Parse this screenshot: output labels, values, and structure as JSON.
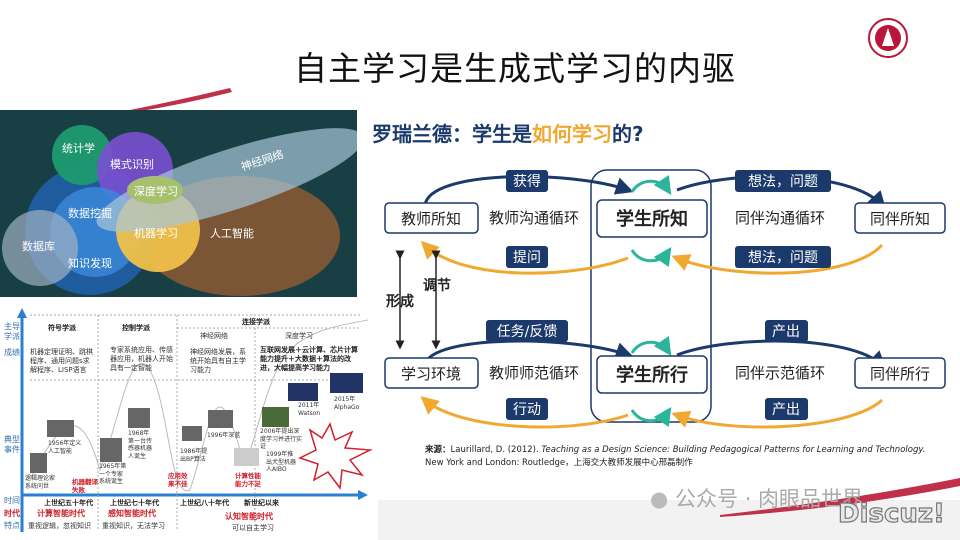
{
  "slide": {
    "title": "自主学习是生成式学习的内驱",
    "logo": "East China Normal University 华东师范大学"
  },
  "venn": {
    "labels": [
      "统计学",
      "模式识别",
      "神经网络",
      "深度学习",
      "数据挖掘",
      "机器学习",
      "人工智能",
      "数据库",
      "知识发现"
    ]
  },
  "timeline": {
    "axis_labels": {
      "school": "主导学派",
      "achieve": "成绩",
      "events": "典型事件",
      "time": "时间",
      "era": "时代",
      "feature": "特点"
    },
    "schools": [
      "符号学派",
      "控制学派",
      "连接学派",
      "神经网络",
      "深度学习"
    ],
    "achievements": [
      "机器定理证明、跳棋程序、通用问题s求解程序、LISP语言",
      "专家系统应用、传感器应用，机器人开始具有一定智能",
      "神经网络发展，系统开始具有自主学习能力",
      "互联网发展＋云计算、芯片计算能力提升＋大数据＋算法的改进，大幅提高学习能力"
    ],
    "events": [
      "逻辑理论家系统问世",
      "1956年定义人工智能",
      "机器翻译失败",
      "1965年第一个专家系统诞生",
      "1968年第一台传感器机器人诞生",
      "应用效果不佳",
      "1986年提出BP算法",
      "1996年深蓝",
      "计算性能能力不足",
      "2006年提出深度学习并进行实证",
      "1999年推出犬型机器人AIBO",
      "2011年Watson",
      "2015年AlphaGo"
    ],
    "periods": [
      "上世纪五十年代",
      "上世纪七十年代",
      "上世纪八十年代",
      "新世纪以来"
    ],
    "eras": [
      "计算智能时代",
      "感知智能时代",
      "认知智能时代"
    ],
    "features": [
      "重视逻辑，忽视知识",
      "重视知识，无法学习",
      "可以自主学习"
    ]
  },
  "diagram": {
    "title_a": "罗瑞兰德：学生是",
    "title_b": "如何学习",
    "title_c": "的?",
    "nodes": {
      "teacher_know": "教师所知",
      "student_know": "学生所知",
      "peer_know": "同伴所知",
      "env": "学习环境",
      "student_do": "学生所行",
      "peer_do": "同伴所行"
    },
    "loops": {
      "t_comm": "教师沟通循环",
      "p_comm": "同伴沟通循环",
      "t_model": "教师师范循环",
      "p_model": "同伴示范循环"
    },
    "tags": {
      "get": "获得",
      "idea1": "想法，问题",
      "ask": "提问",
      "idea2": "想法，问题",
      "task": "任务/反馈",
      "out1": "产出",
      "act": "行动",
      "out2": "产出"
    },
    "side": {
      "form": "形成",
      "adjust": "调节"
    },
    "colors": {
      "navy": "#1b3a6b",
      "orange": "#f0a830",
      "teal": "#2bb59a"
    }
  },
  "source": {
    "label": "来源：",
    "text1": "Laurillard, D. (2012). ",
    "italic": "Teaching as a Design Science: Building Pedagogical Patterns for Learning and Technology.",
    "text2": "New York and London: Routledge，上海交大教师发展中心邢磊制作"
  },
  "watermark": {
    "text": "公众号 · 肉眼品世界",
    "discuz": "Discuz!"
  }
}
